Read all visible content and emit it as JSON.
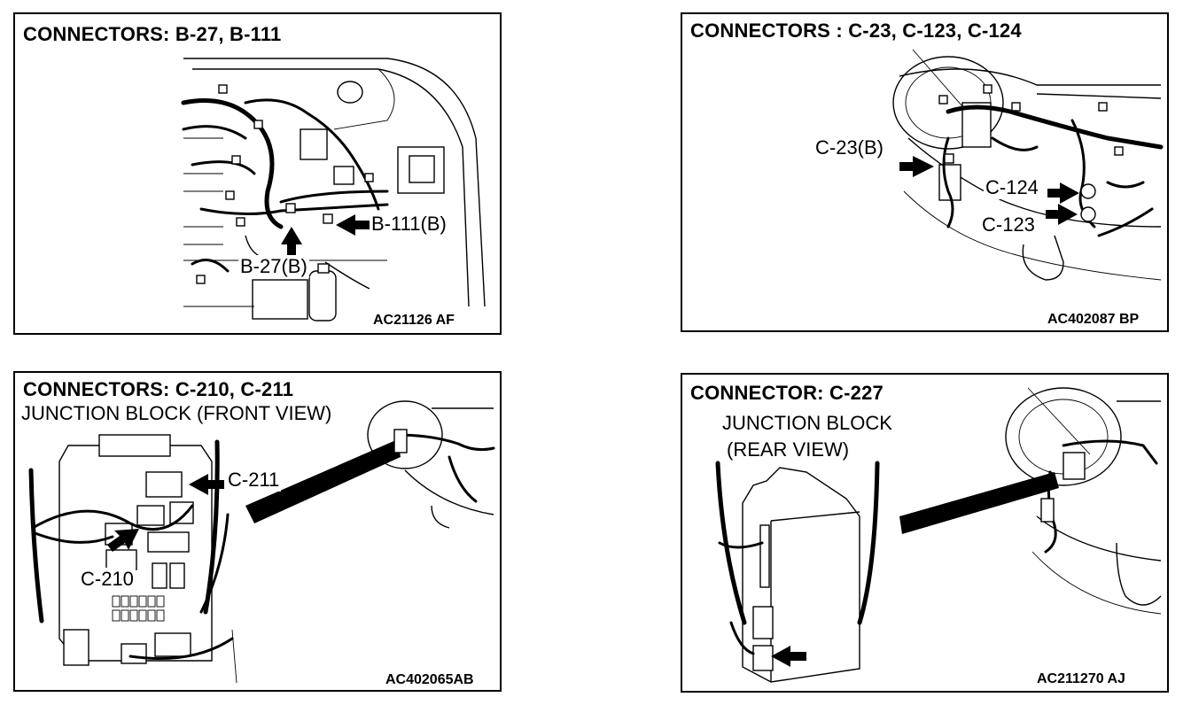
{
  "panels": [
    {
      "title": "CONNECTORS: B-27, B-111",
      "callouts": [
        "B-111(B)",
        "B-27(B)"
      ],
      "code": "AC21126 AF"
    },
    {
      "title": "CONNECTORS : C-23, C-123, C-124",
      "callouts": [
        "C-23(B)",
        "C-124",
        "C-123"
      ],
      "code": "AC402087 BP"
    },
    {
      "title": "CONNECTORS: C-210, C-211",
      "subtitle": "JUNCTION BLOCK (FRONT VIEW)",
      "callouts": [
        "C-211",
        "C-210"
      ],
      "code": "AC402065AB"
    },
    {
      "title": "CONNECTOR: C-227",
      "subtitle_lines": [
        "JUNCTION BLOCK",
        "(REAR VIEW)"
      ],
      "code": "AC211270 AJ"
    }
  ]
}
